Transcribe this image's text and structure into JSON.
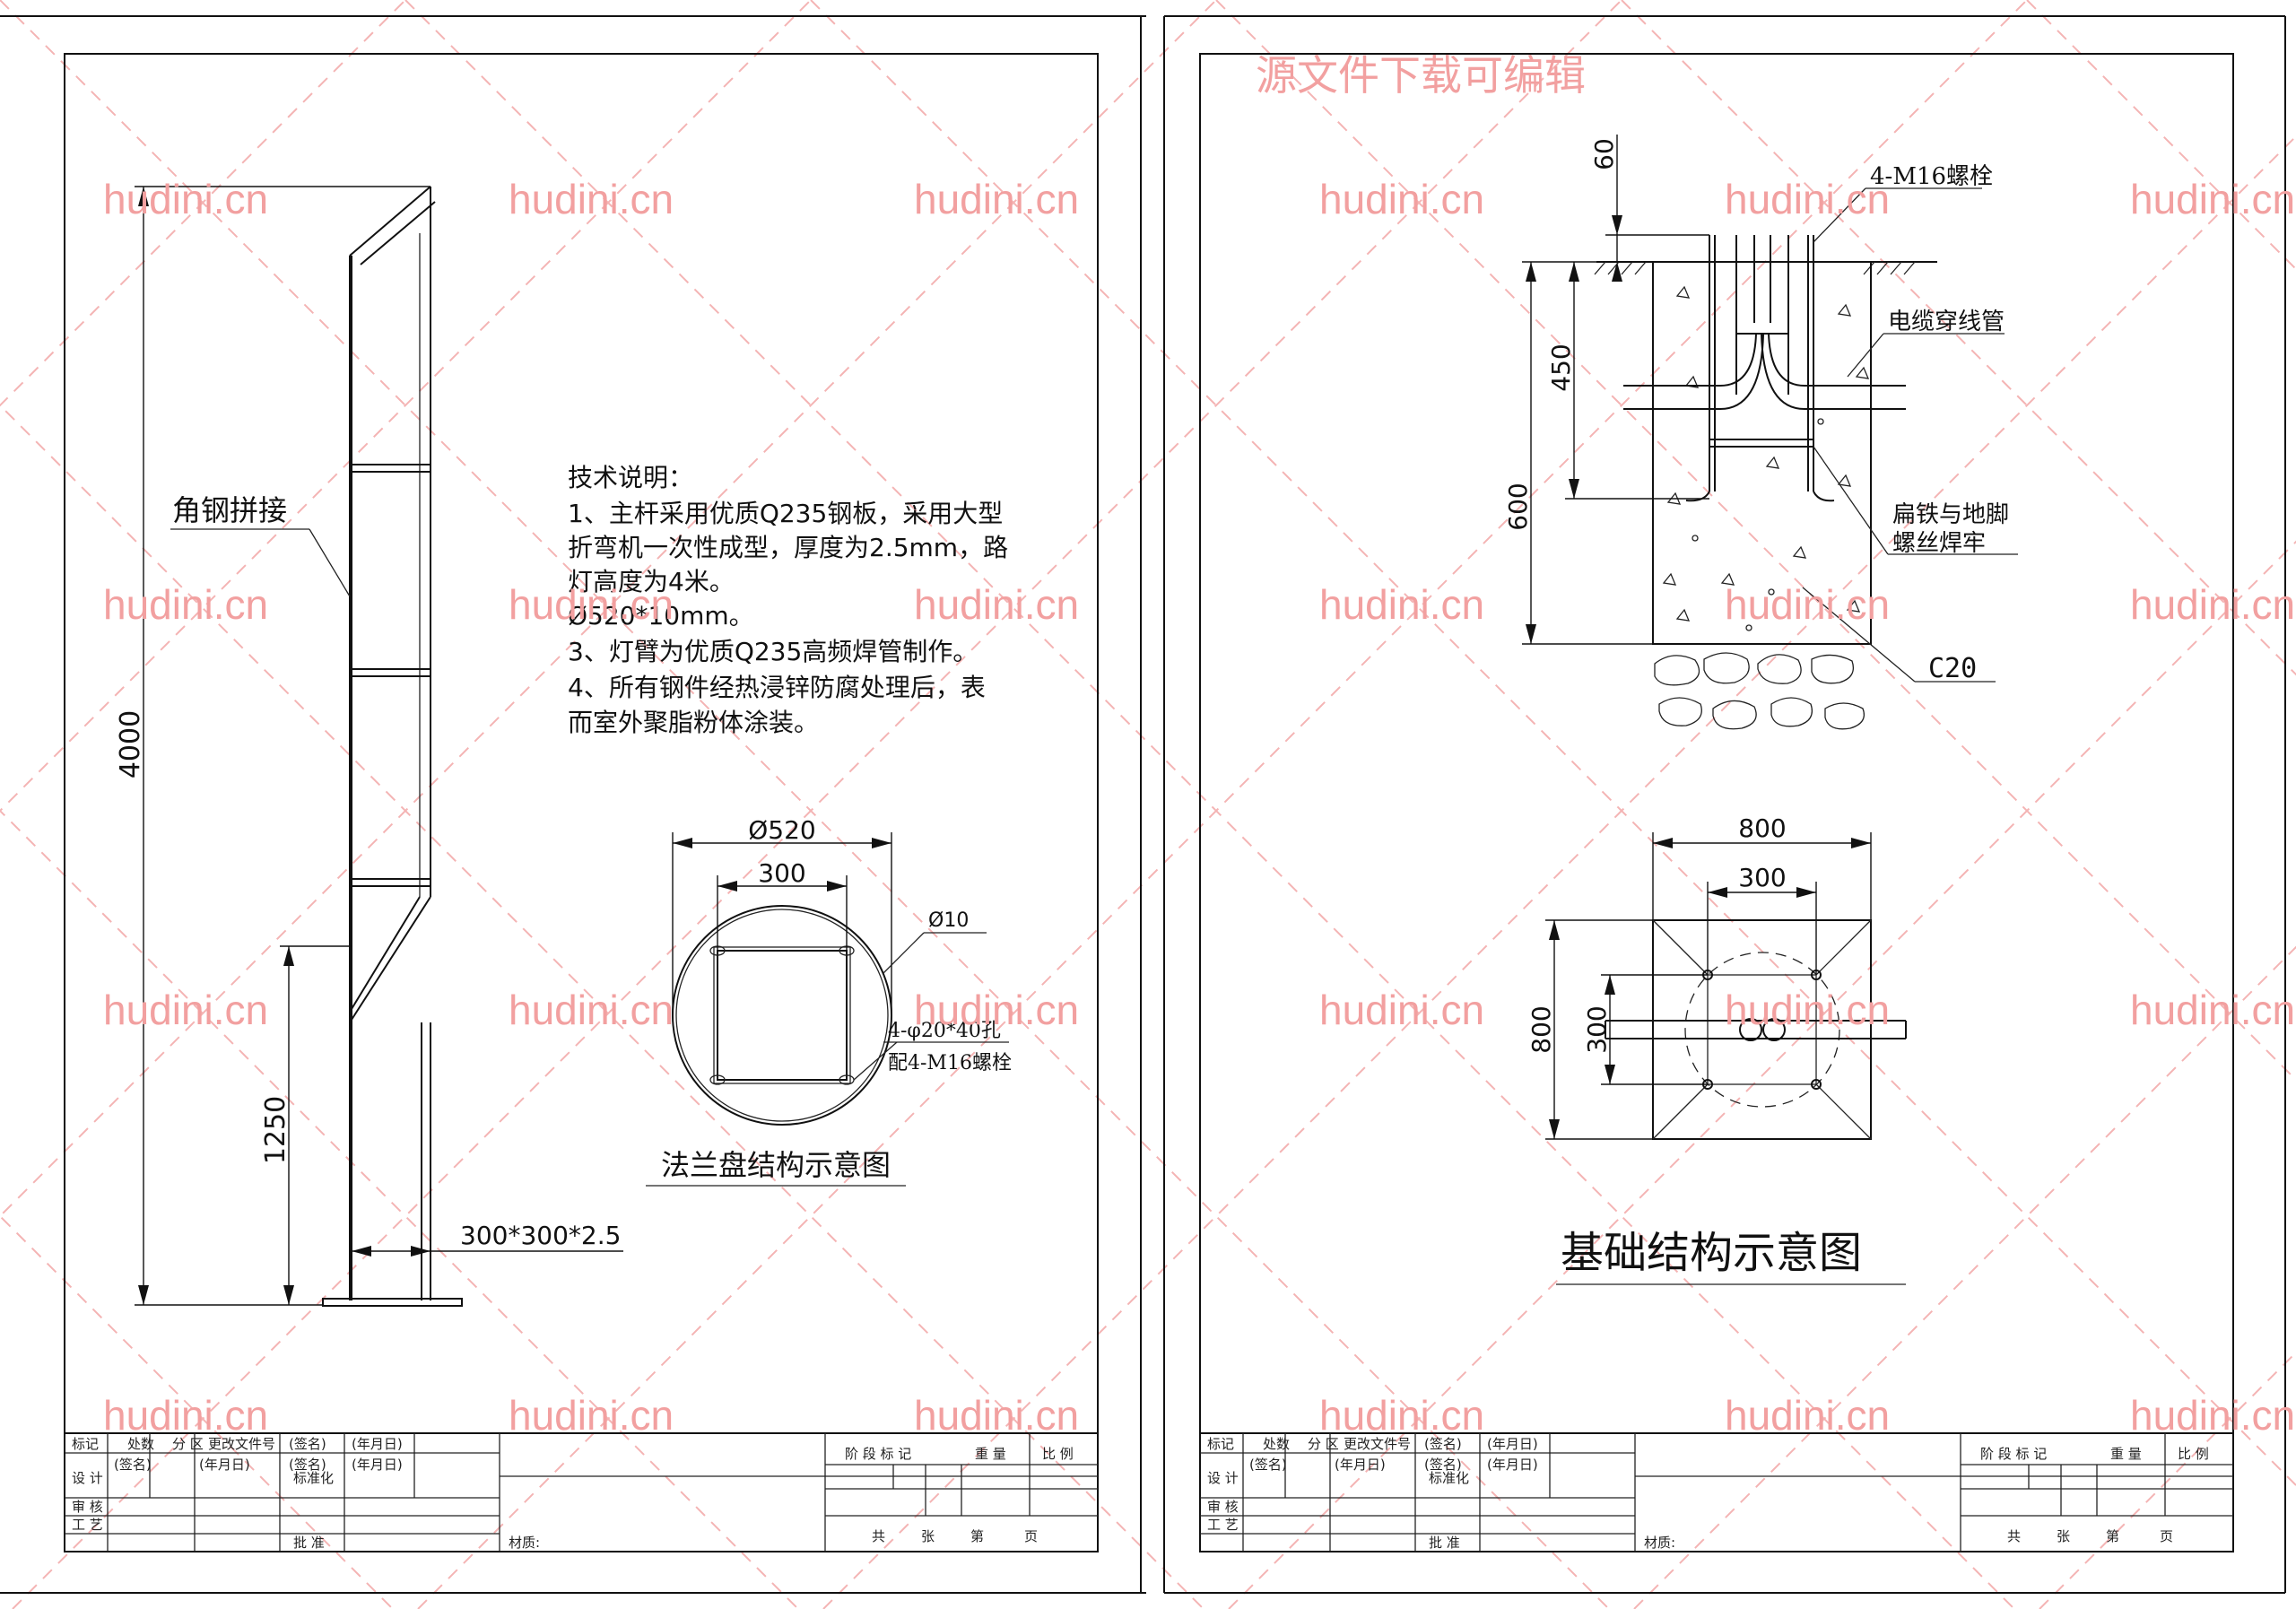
{
  "watermark": {
    "site": "hudini.cn",
    "banner": "源文件下载可编辑",
    "color": "#f2a0a0"
  },
  "left_sheet": {
    "pole_callout": "角钢拼接",
    "dim_height": "4000",
    "dim_door": "1250",
    "dim_base": "300*300*2.5",
    "notes_title": "技术说明：",
    "notes": [
      "1、主杆采用优质Q235钢板，采用大型",
      "折弯机一次性成型，厚度为2.5mm，路",
      "灯高度为4米。",
      "Ø520*10mm。",
      "3、灯臂为优质Q235高频焊管制作。",
      "4、所有钢件经热浸锌防腐处理后，表",
      "而室外聚脂粉体涂装。"
    ],
    "flange": {
      "dim_outer": "Ø520",
      "dim_inner": "300",
      "dim_hole": "Ø10",
      "holes_note": "4-φ20*40孔",
      "bolts_note": "配4-M16螺栓",
      "caption": "法兰盘结构示意图"
    }
  },
  "right_sheet": {
    "dim_60": "60",
    "dim_450": "450",
    "dim_600": "600",
    "bolt_label": "4-M16螺栓",
    "cable_label": "电缆穿线管",
    "weld_label_1": "扁铁与地脚",
    "weld_label_2": "螺丝焊牢",
    "concrete_label": "C20",
    "plan_dim_800_top": "800",
    "plan_dim_300_top": "300",
    "plan_dim_800_left": "800",
    "plan_dim_300_left": "300",
    "caption": "基础结构示意图"
  },
  "title_block": {
    "mark": "标记",
    "count": "处数",
    "zone": "分 区",
    "change_doc": "更改文件号",
    "sign": "(签名)",
    "date": "(年月日)",
    "design": "设 计",
    "standard": "标准化",
    "review": "审 核",
    "process": "工 艺",
    "approve": "批 准",
    "material": "材质:",
    "stage_mark": "阶 段 标 记",
    "weight": "重 量",
    "scale": "比 例",
    "total": "共",
    "sheets": "张",
    "page_no": "第",
    "page": "页"
  }
}
